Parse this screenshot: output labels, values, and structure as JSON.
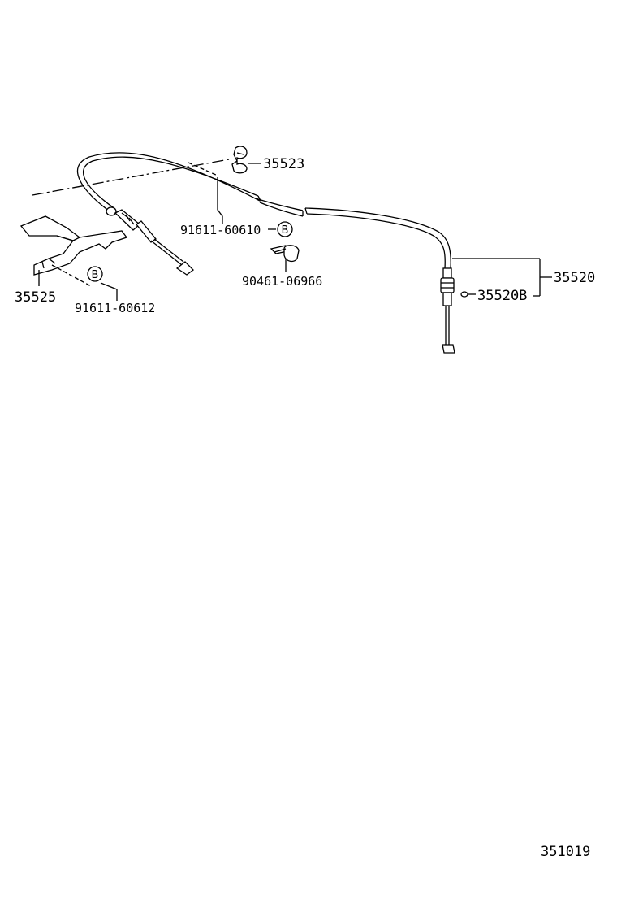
{
  "parts": {
    "clamp": "35523",
    "bolt_upper": "91611-60610",
    "grommet": "90461-06966",
    "cable_assy": "35520",
    "cable_sub": "35520B",
    "bracket": "35525",
    "bolt_lower": "91611-60612"
  },
  "callouts": {
    "upper_marker": "B",
    "lower_marker": "B"
  },
  "diagram_number": "351019",
  "colors": {
    "ink": "#000000",
    "paper": "#ffffff"
  }
}
